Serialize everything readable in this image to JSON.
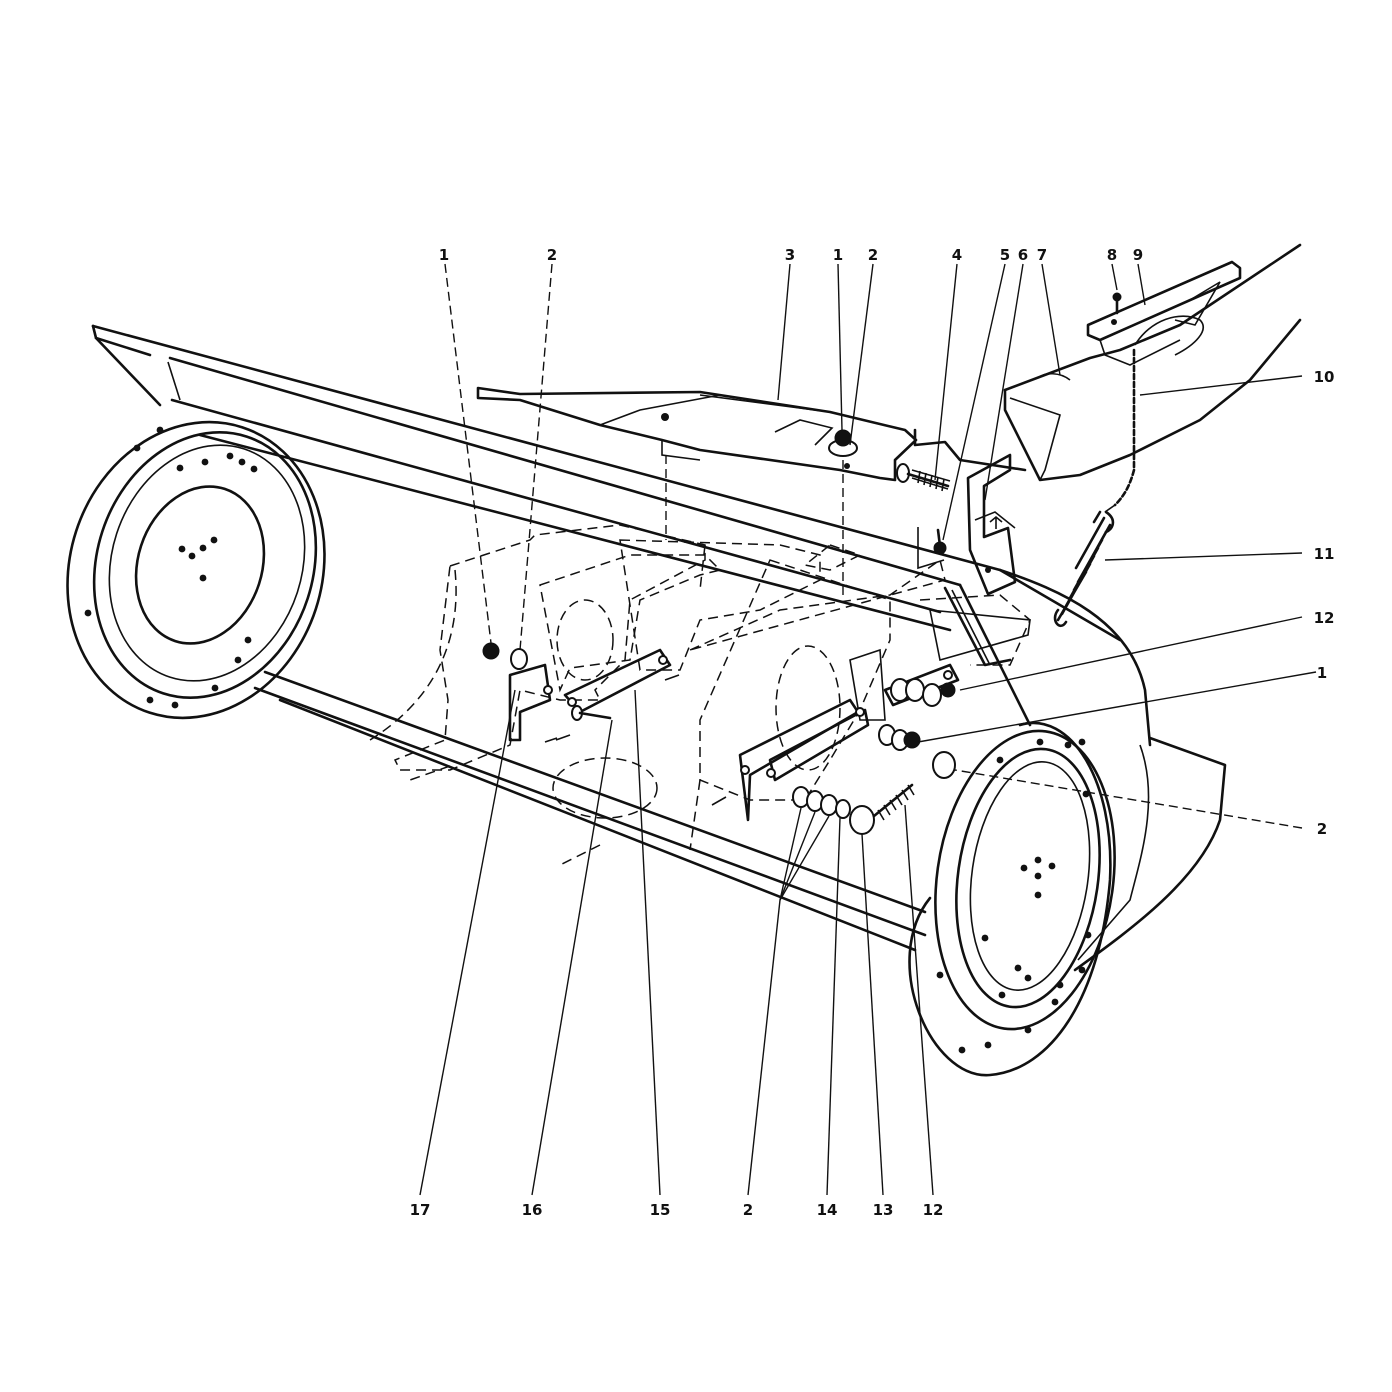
{
  "callouts": [
    {
      "id": "c-top-1a",
      "text": "1"
    },
    {
      "id": "c-top-2a",
      "text": "2"
    },
    {
      "id": "c-top-3",
      "text": "3"
    },
    {
      "id": "c-top-1b",
      "text": "1"
    },
    {
      "id": "c-top-2b",
      "text": "2"
    },
    {
      "id": "c-top-4",
      "text": "4"
    },
    {
      "id": "c-top-5",
      "text": "5"
    },
    {
      "id": "c-top-6",
      "text": "6"
    },
    {
      "id": "c-top-7",
      "text": "7"
    },
    {
      "id": "c-top-8",
      "text": "8"
    },
    {
      "id": "c-top-9",
      "text": "9"
    },
    {
      "id": "c-right-10",
      "text": "10"
    },
    {
      "id": "c-right-11",
      "text": "11"
    },
    {
      "id": "c-right-12",
      "text": "12"
    },
    {
      "id": "c-right-1",
      "text": "1"
    },
    {
      "id": "c-right-2",
      "text": "2"
    },
    {
      "id": "c-bot-17",
      "text": "17"
    },
    {
      "id": "c-bot-16",
      "text": "16"
    },
    {
      "id": "c-bot-15",
      "text": "15"
    },
    {
      "id": "c-bot-2",
      "text": "2"
    },
    {
      "id": "c-bot-14",
      "text": "14"
    },
    {
      "id": "c-bot-13",
      "text": "13"
    },
    {
      "id": "c-bot-12",
      "text": "12"
    }
  ]
}
